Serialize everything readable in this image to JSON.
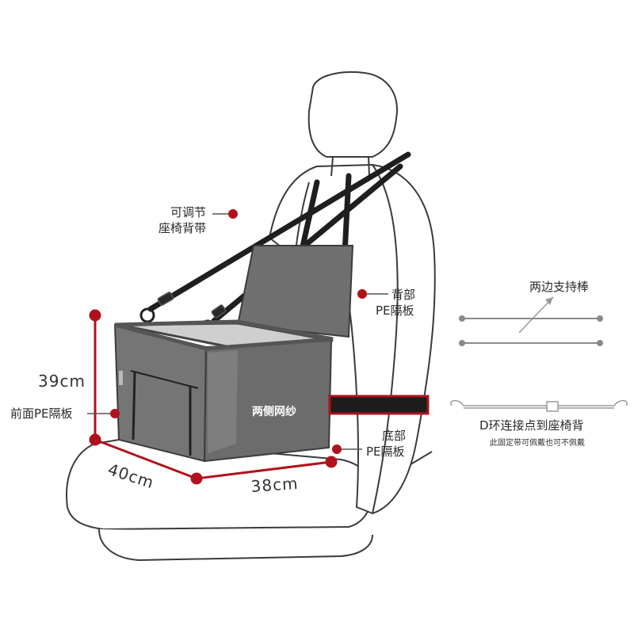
{
  "labels": {
    "strap": [
      "可调节",
      "座椅背带"
    ],
    "back_panel": [
      "背部",
      "PE隔板"
    ],
    "front_panel": "前面PE隔板",
    "side_mesh": "两侧网纱",
    "bottom_panel": [
      "底部",
      "PE隔板"
    ],
    "support_rods": "两边支持棒",
    "d_ring": "D环连接点到座椅背",
    "d_ring_note": "此固定带可佩戴也可不佩戴"
  },
  "dimensions": {
    "height": "39cm",
    "depth": "40cm",
    "width": "38cm"
  },
  "colors": {
    "accent": "#b0121c",
    "carrier": "#6f6f6f",
    "strap": "#1f1f1f",
    "seat_outline": "#3a3a3a"
  }
}
